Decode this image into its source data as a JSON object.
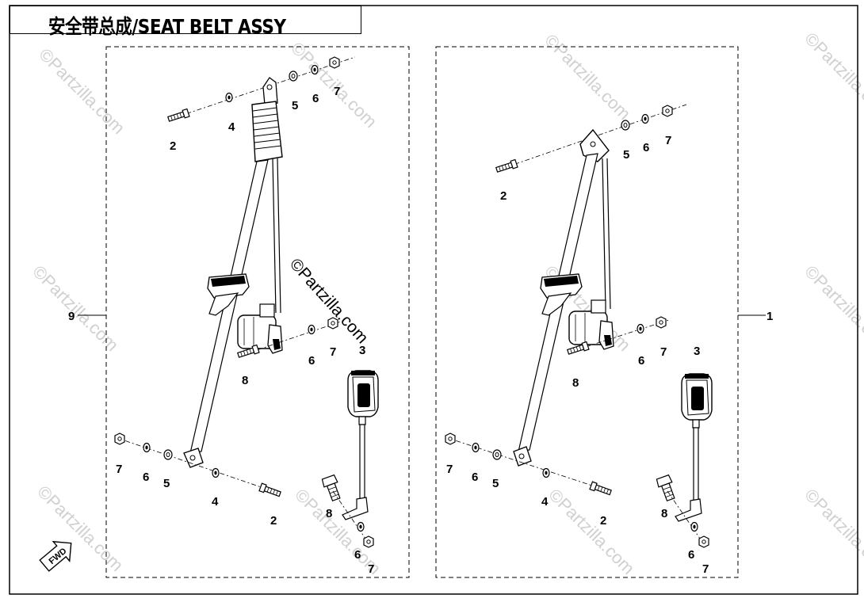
{
  "title": "安全带总成/SEAT BELT ASSY",
  "watermark": "©Partzilla.com",
  "fwd_label": "FWD",
  "callouts": {
    "left": {
      "assembly": "9",
      "upper_bolt": "2",
      "upper_washer_a": "4",
      "upper_spacer": "5",
      "upper_washer_b": "6",
      "upper_nut": "7",
      "retractor_bolt": "8",
      "retractor_washer": "6",
      "retractor_nut": "7",
      "lower_nut": "7",
      "lower_washer_b": "6",
      "lower_spacer": "5",
      "lower_washer_a": "4",
      "lower_bolt": "2",
      "buckle": "3",
      "buckle_bolt": "8",
      "buckle_washer": "6",
      "buckle_nut": "7"
    },
    "right": {
      "assembly": "1",
      "upper_bolt": "2",
      "upper_spacer": "5",
      "upper_washer_b": "6",
      "upper_nut": "7",
      "retractor_bolt": "8",
      "retractor_washer": "6",
      "retractor_nut": "7",
      "lower_nut": "7",
      "lower_washer_b": "6",
      "lower_spacer": "5",
      "lower_washer_a": "4",
      "lower_bolt": "2",
      "buckle": "3",
      "buckle_bolt": "8",
      "buckle_washer": "6",
      "buckle_nut": "7"
    }
  },
  "colors": {
    "line": "#000000",
    "watermark": "#c8c8c8",
    "background": "#ffffff"
  }
}
